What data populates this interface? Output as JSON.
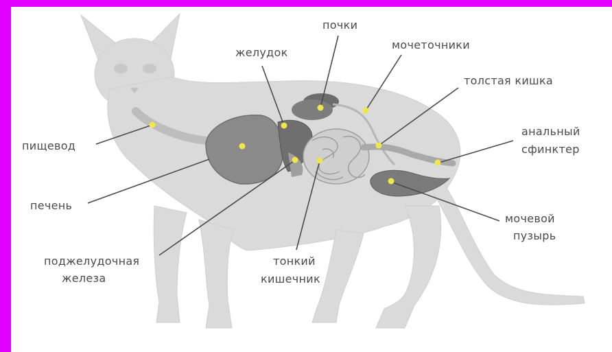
{
  "frame_color": "#e100ff",
  "labels": {
    "esophagus": "пищевод",
    "liver": "печень",
    "pancreas_1": "поджелудочная",
    "pancreas_2": "железа",
    "stomach": "желудок",
    "kidneys": "почки",
    "ureters": "мочеточники",
    "large_intestine": "толстая кишка",
    "anal_1": "анальный",
    "anal_2": "сфинктер",
    "bladder_1": "мочевой",
    "bladder_2": "пузырь",
    "small_intestine_1": "тонкий",
    "small_intestine_2": "кишечник"
  }
}
